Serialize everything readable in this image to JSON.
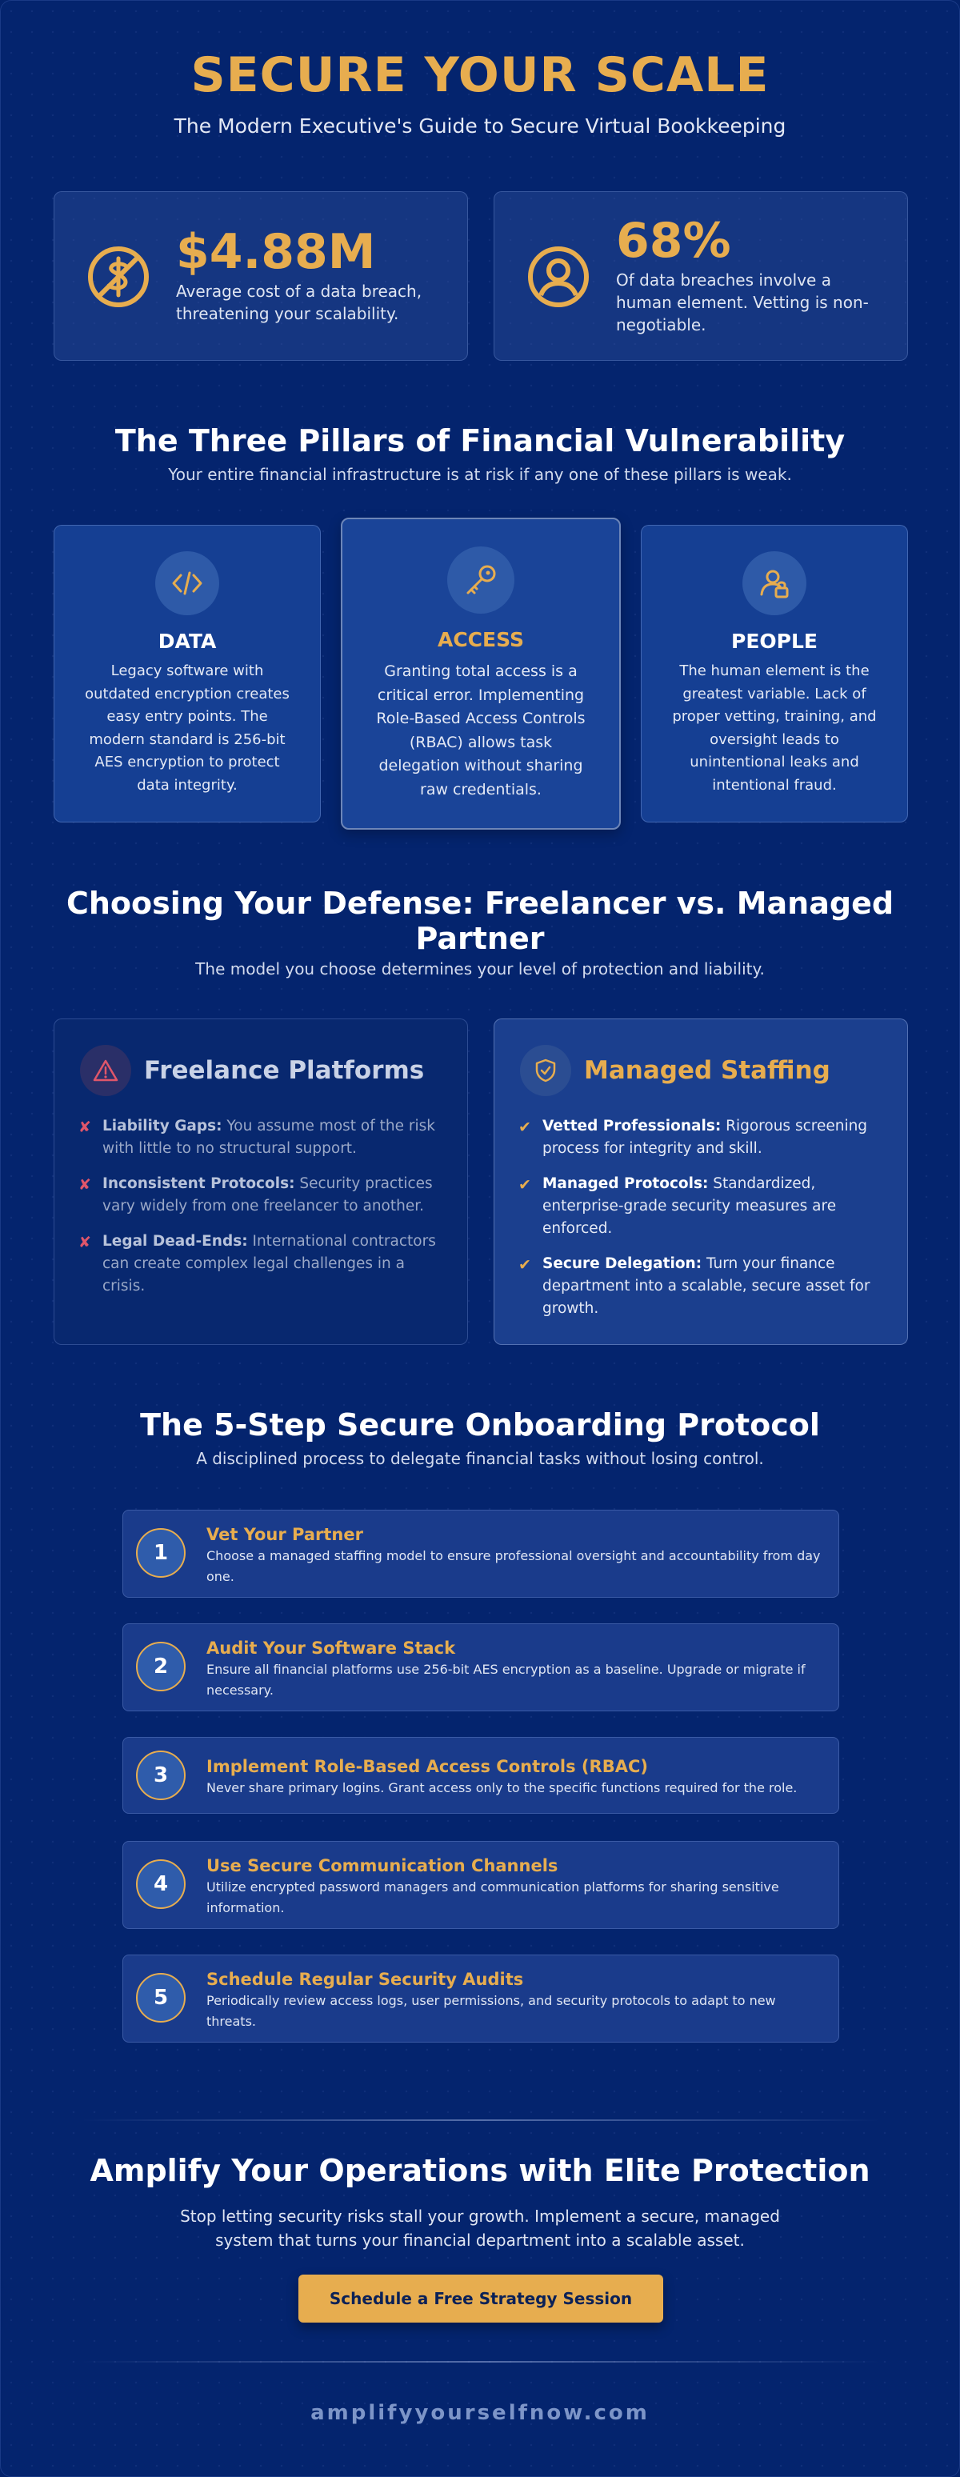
{
  "header": {
    "title": "SECURE YOUR SCALE",
    "subtitle": "The Modern Executive's Guide to Secure Virtual Bookkeeping"
  },
  "stats": [
    {
      "value": "$4.88M",
      "desc_line1": "Average cost of a data breach,",
      "desc_line2": "threatening your scalability.",
      "icon": "no-dollar-icon"
    },
    {
      "value": "68%",
      "desc_line1": "Of data breaches involve a",
      "desc_line2": "human element. Vetting is non-",
      "desc_line3": "negotiable.",
      "icon": "user-circle-icon"
    }
  ],
  "pillars_section": {
    "title": "The Three Pillars of Financial Vulnerability",
    "subtitle": "Your entire financial infrastructure is at risk if any one of these pillars is weak.",
    "items": [
      {
        "name": "DATA",
        "icon": "code-icon",
        "lines": [
          "Legacy software with",
          "outdated encryption creates",
          "easy entry points. The",
          "modern standard is 256-bit",
          "AES encryption to protect",
          "data integrity."
        ]
      },
      {
        "name": "ACCESS",
        "icon": "key-icon",
        "lines": [
          "Granting total access is a",
          "critical error. Implementing",
          "Role-Based Access Controls",
          "(RBAC) allows task",
          "delegation without sharing",
          "raw credentials."
        ]
      },
      {
        "name": "PEOPLE",
        "icon": "user-lock-icon",
        "lines": [
          "The human element is the",
          "greatest variable. Lack of",
          "proper vetting, training, and",
          "oversight leads to",
          "unintentional leaks and",
          "intentional fraud."
        ]
      }
    ]
  },
  "defense_section": {
    "title_line1": "Choosing Your Defense: Freelancer vs. Managed",
    "title_line2": "Partner",
    "subtitle": "The model you choose determines your level of protection and liability.",
    "freelance": {
      "title": "Freelance Platforms",
      "mark": "✘",
      "items": [
        {
          "label": "Liability Gaps:",
          "text_line1": " You assume most of the risk",
          "text_line2": "with little to no structural support."
        },
        {
          "label": "Inconsistent Protocols:",
          "text_line1": " Security practices",
          "text_line2": "vary widely from one freelancer to another."
        },
        {
          "label": "Legal Dead-Ends:",
          "text_line1": " International contractors",
          "text_line2": "can create complex legal challenges in a",
          "text_line3": "crisis."
        }
      ]
    },
    "managed": {
      "title": "Managed Staffing",
      "mark": "✔",
      "items": [
        {
          "label": "Vetted Professionals:",
          "text_line1": " Rigorous screening",
          "text_line2": "process for integrity and skill."
        },
        {
          "label": "Managed Protocols:",
          "text_line1": " Standardized,",
          "text_line2": "enterprise-grade security measures are",
          "text_line3": "enforced."
        },
        {
          "label": "Secure Delegation:",
          "text_line1": " Turn your finance",
          "text_line2": "department into a scalable, secure asset for",
          "text_line3": "growth."
        }
      ]
    }
  },
  "steps_section": {
    "title": "The 5-Step Secure Onboarding Protocol",
    "subtitle": "A disciplined process to delegate financial tasks without losing control.",
    "steps": [
      {
        "num": "1",
        "title": "Vet Your Partner",
        "line1": "Choose a managed staffing model to ensure professional oversight and accountability from day",
        "line2": "one."
      },
      {
        "num": "2",
        "title": "Audit Your Software Stack",
        "line1": "Ensure all financial platforms use 256-bit AES encryption as a baseline. Upgrade or migrate if",
        "line2": "necessary."
      },
      {
        "num": "3",
        "title": "Implement Role-Based Access Controls (RBAC)",
        "line1": "Never share primary logins. Grant access only to the specific functions required for the role.",
        "line2": ""
      },
      {
        "num": "4",
        "title": "Use Secure Communication Channels",
        "line1": "Utilize encrypted password managers and communication platforms for sharing sensitive",
        "line2": "information."
      },
      {
        "num": "5",
        "title": "Schedule Regular Security Audits",
        "line1": "Periodically review access logs, user permissions, and security protocols to adapt to new",
        "line2": "threats."
      }
    ]
  },
  "cta": {
    "title": "Amplify Your Operations with Elite Protection",
    "desc_line1": "Stop letting security risks stall your growth. Implement a secure, managed",
    "desc_line2": "system that turns your financial department into a scalable asset.",
    "button": "Schedule a Free Strategy Session"
  },
  "footer": {
    "url": "amplifyyourselfnow.com"
  },
  "colors": {
    "accent": "#e7ad4f",
    "background": "#04246e",
    "danger": "#e0566a"
  }
}
